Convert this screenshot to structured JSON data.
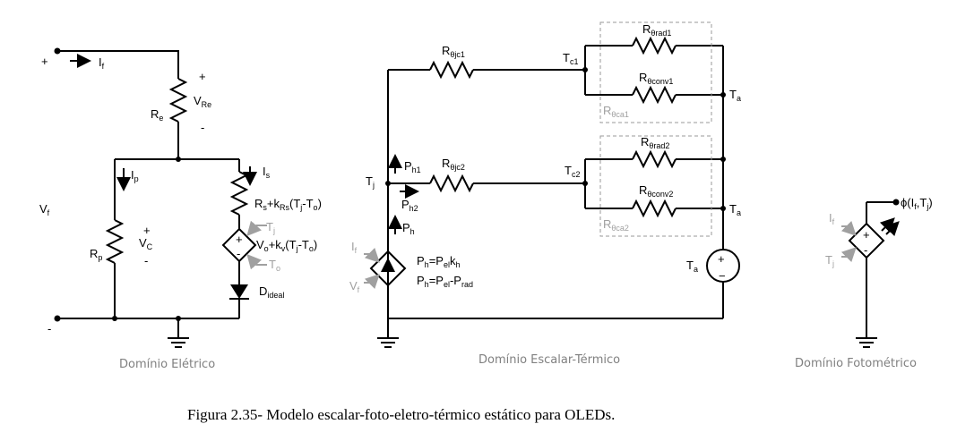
{
  "electric": {
    "plus_left": "+",
    "minus_left": "-",
    "i_f": {
      "main": "I",
      "sub": "f"
    },
    "v_f": {
      "main": "V",
      "sub": "f"
    },
    "r_e": {
      "main": "R",
      "sub": "e"
    },
    "v_re": {
      "main": "V",
      "sub": "Re"
    },
    "vre_plus": "+",
    "vre_minus": "-",
    "i_p": {
      "main": "I",
      "sub": "p"
    },
    "r_p": {
      "main": "R",
      "sub": "p"
    },
    "v_c": {
      "main": "V",
      "sub": "C"
    },
    "vc_plus": "+",
    "vc_minus": "-",
    "i_s": {
      "main": "I",
      "sub": "s"
    },
    "rs_expr": {
      "a": "R",
      "a_sub": "s",
      "b": "+k",
      "b_sub": "Rs",
      "c": "(T",
      "c_sub": "j",
      "d": "-T",
      "d_sub": "o",
      "e": ")"
    },
    "vo_expr": {
      "a": "V",
      "a_sub": "o",
      "b": "+k",
      "b_sub": "v",
      "c": "(T",
      "c_sub": "j",
      "d": "-T",
      "d_sub": "o",
      "e": ")"
    },
    "tj_ctrl": {
      "main": "T",
      "sub": "j"
    },
    "to_ctrl": {
      "main": "T",
      "sub": "o"
    },
    "src_plus": "+",
    "src_minus": "-",
    "d_ideal": {
      "main": "D",
      "sub": "ideal"
    },
    "domain_label": "Domínio Elétrico"
  },
  "thermal": {
    "r_jc1": {
      "main": "R",
      "sub": "θjc1"
    },
    "r_jc2": {
      "main": "R",
      "sub": "θjc2"
    },
    "t_c1": {
      "main": "T",
      "sub": "c1"
    },
    "t_c2": {
      "main": "T",
      "sub": "c2"
    },
    "r_rad1": {
      "main": "R",
      "sub": "θrad1"
    },
    "r_conv1": {
      "main": "R",
      "sub": "θconv1"
    },
    "r_ca1": {
      "main": "R",
      "sub": "θca1"
    },
    "r_rad2": {
      "main": "R",
      "sub": "θrad2"
    },
    "r_conv2": {
      "main": "R",
      "sub": "θconv2"
    },
    "r_ca2": {
      "main": "R",
      "sub": "θca2"
    },
    "t_a1": {
      "main": "T",
      "sub": "a"
    },
    "t_a2": {
      "main": "T",
      "sub": "a"
    },
    "t_a_src": {
      "main": "T",
      "sub": "a"
    },
    "t_j": {
      "main": "T",
      "sub": "j"
    },
    "p_h1": {
      "main": "P",
      "sub": "h1"
    },
    "p_h2": {
      "main": "P",
      "sub": "h2"
    },
    "p_h": {
      "main": "P",
      "sub": "h"
    },
    "i_f_ctrl": {
      "main": "I",
      "sub": "f"
    },
    "v_f_ctrl": {
      "main": "V",
      "sub": "f"
    },
    "eq1": {
      "a": "P",
      "a_sub": "h",
      "b": "=P",
      "b_sub": "el",
      "c": "k",
      "c_sub": "h"
    },
    "eq2": {
      "a": "P",
      "a_sub": "h",
      "b": "=P",
      "b_sub": "el",
      "c": "-P",
      "c_sub": "rad"
    },
    "src_plus": "+",
    "src_minus": "−",
    "domain_label": "Domínio Escalar-Térmico"
  },
  "photometric": {
    "phi_label": {
      "main": "ϕ(I",
      "sub": "f",
      "mid": ",T",
      "sub2": "j",
      "end": ")"
    },
    "i_f_ctrl": {
      "main": "I",
      "sub": "f"
    },
    "t_j_ctrl": {
      "main": "T",
      "sub": "j"
    },
    "src_plus": "+",
    "src_minus": "-",
    "domain_label": "Domínio Fotométrico"
  },
  "caption": "Figura 2.35-  Modelo escalar-foto-eletro-térmico estático para OLEDs."
}
